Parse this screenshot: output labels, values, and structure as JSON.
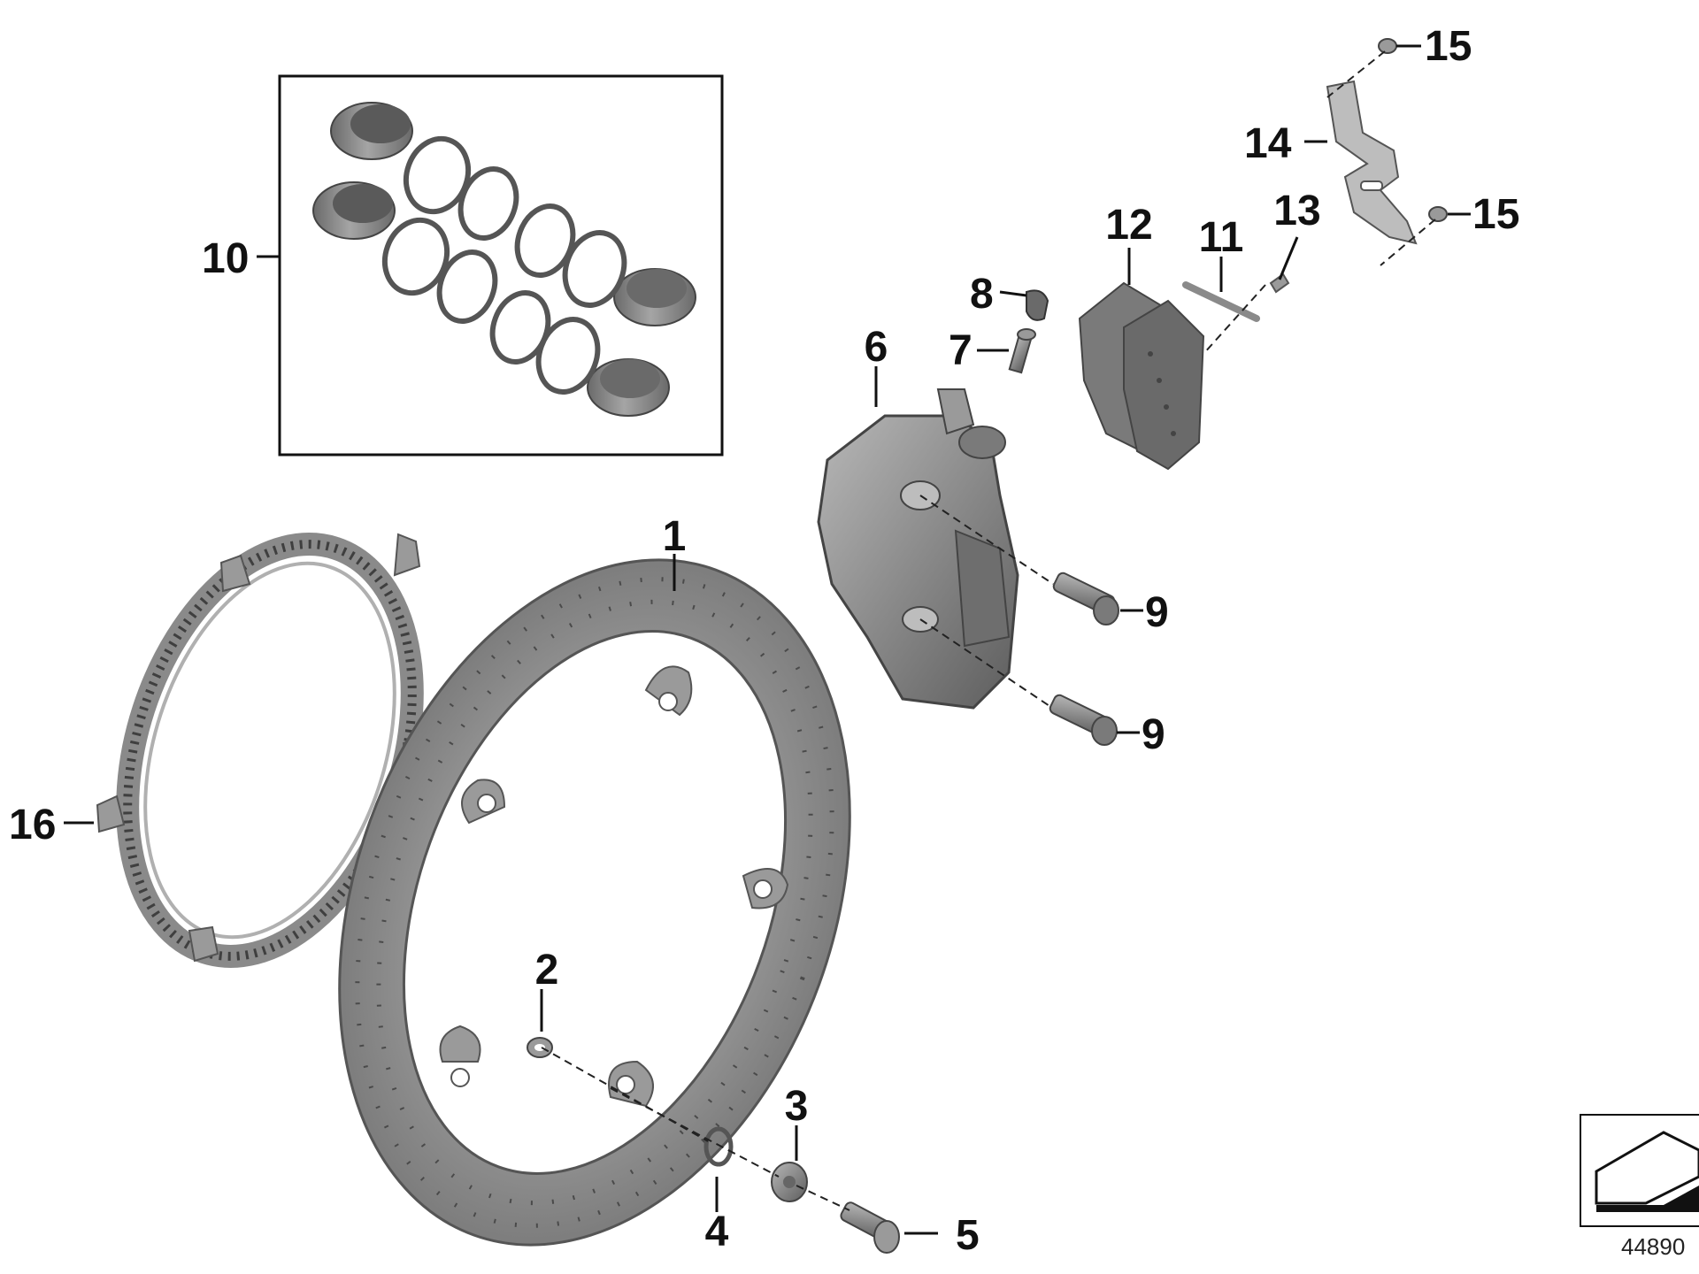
{
  "diagram": {
    "callouts": [
      {
        "id": "1",
        "label": "1"
      },
      {
        "id": "2",
        "label": "2"
      },
      {
        "id": "3",
        "label": "3"
      },
      {
        "id": "4",
        "label": "4"
      },
      {
        "id": "5",
        "label": "5"
      },
      {
        "id": "6",
        "label": "6"
      },
      {
        "id": "7",
        "label": "7"
      },
      {
        "id": "8",
        "label": "8"
      },
      {
        "id": "9a",
        "label": "9"
      },
      {
        "id": "9b",
        "label": "9"
      },
      {
        "id": "10",
        "label": "10"
      },
      {
        "id": "11",
        "label": "11"
      },
      {
        "id": "12",
        "label": "12"
      },
      {
        "id": "13",
        "label": "13"
      },
      {
        "id": "14",
        "label": "14"
      },
      {
        "id": "15a",
        "label": "15"
      },
      {
        "id": "15b",
        "label": "15"
      },
      {
        "id": "16",
        "label": "16"
      }
    ],
    "reference_number": "44890"
  },
  "colors": {
    "part_fill": "#8f8f8f",
    "part_dark": "#5e5e5e",
    "part_light": "#bdbdbd",
    "line": "#111111",
    "background": "#ffffff"
  }
}
